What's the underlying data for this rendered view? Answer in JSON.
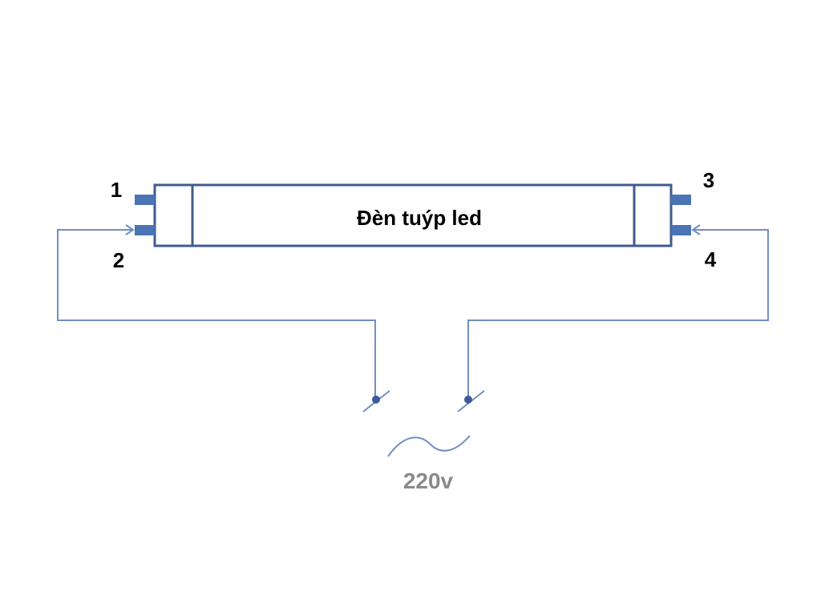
{
  "tube": {
    "label": "Đèn tuýp led"
  },
  "pins": {
    "p1": "1",
    "p2": "2",
    "p3": "3",
    "p4": "4"
  },
  "source": {
    "voltage": "220v"
  },
  "colors": {
    "tube_outline": "#3f5c8c",
    "pin_fill": "#4a74b4",
    "wire": "#6f8fc4",
    "contact_dot": "#3a5a9a",
    "voltage_text": "#8a8a8a"
  }
}
